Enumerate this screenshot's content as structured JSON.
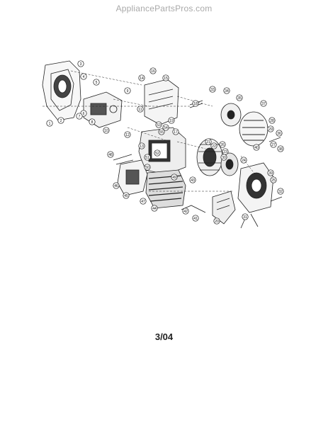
{
  "header": {
    "watermark": "AppliancePartsPros.com"
  },
  "footer": {
    "page_code": "3/04"
  },
  "diagram": {
    "type": "exploded-parts-view",
    "part_callouts": [
      "1",
      "2",
      "3",
      "4",
      "5",
      "6",
      "7",
      "8",
      "9",
      "10",
      "11",
      "12",
      "13",
      "14",
      "15",
      "16",
      "17",
      "18",
      "19",
      "20",
      "21",
      "22",
      "23",
      "24",
      "25",
      "26",
      "27",
      "28",
      "29",
      "30",
      "31",
      "32",
      "33",
      "34",
      "35",
      "36",
      "37",
      "38",
      "39",
      "40",
      "41",
      "42",
      "43",
      "44",
      "45",
      "46",
      "47",
      "48",
      "49",
      "50",
      "51",
      "52",
      "53",
      "54",
      "55"
    ]
  }
}
